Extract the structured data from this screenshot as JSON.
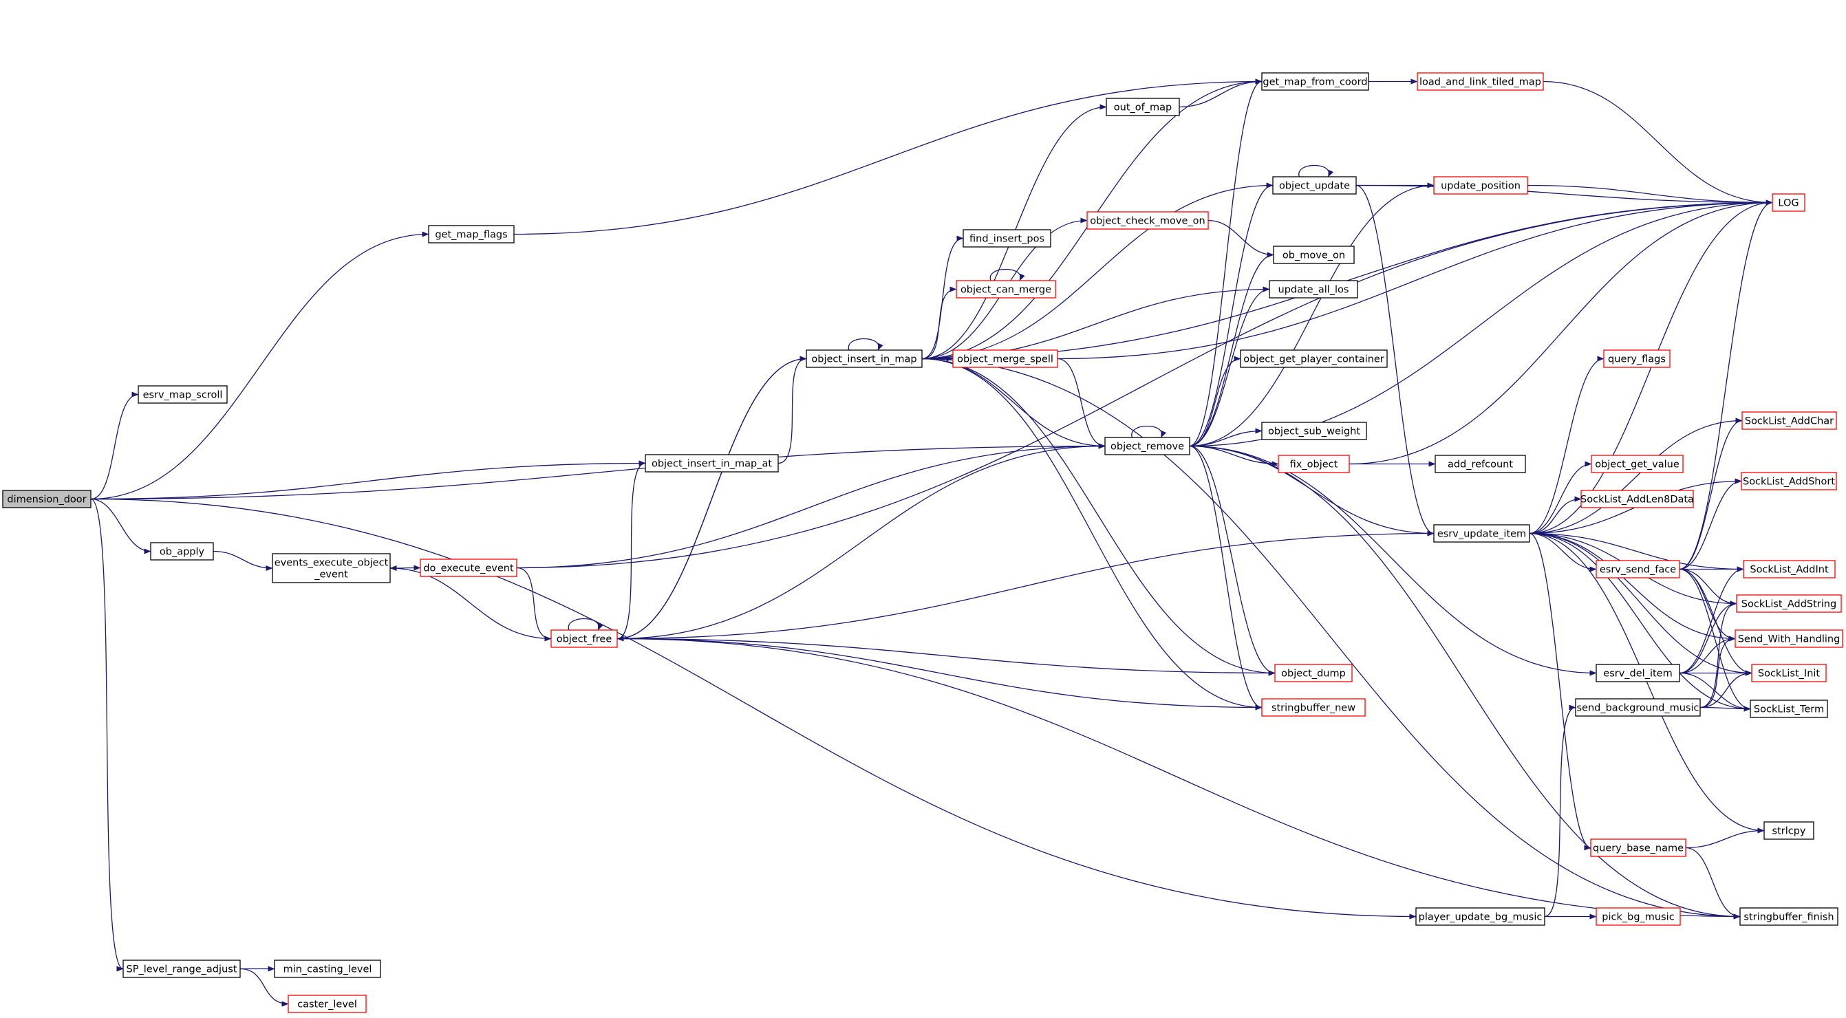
{
  "colors": {
    "edge": "#191970",
    "black_border": "#000000",
    "red_border": "#ff0000",
    "root_fill": "#bfbfbf",
    "node_fill": "#ffffff"
  },
  "nodes": [
    {
      "id": "dimension_door",
      "label": "dimension_door",
      "style": "root"
    },
    {
      "id": "esrv_map_scroll",
      "label": "esrv_map_scroll",
      "style": "black"
    },
    {
      "id": "get_map_flags",
      "label": "get_map_flags",
      "style": "black"
    },
    {
      "id": "ob_apply",
      "label": "ob_apply",
      "style": "black"
    },
    {
      "id": "events_execute_object_event",
      "label": "events_execute_object\n_event",
      "style": "black"
    },
    {
      "id": "do_execute_event",
      "label": "do_execute_event",
      "style": "red"
    },
    {
      "id": "object_free",
      "label": "object_free",
      "style": "red"
    },
    {
      "id": "object_insert_in_map_at",
      "label": "object_insert_in_map_at",
      "style": "black"
    },
    {
      "id": "object_insert_in_map",
      "label": "object_insert_in_map",
      "style": "black"
    },
    {
      "id": "out_of_map",
      "label": "out_of_map",
      "style": "black"
    },
    {
      "id": "object_check_move_on",
      "label": "object_check_move_on",
      "style": "red"
    },
    {
      "id": "find_insert_pos",
      "label": "find_insert_pos",
      "style": "black"
    },
    {
      "id": "object_can_merge",
      "label": "object_can_merge",
      "style": "red"
    },
    {
      "id": "object_merge_spell",
      "label": "object_merge_spell",
      "style": "red"
    },
    {
      "id": "object_remove",
      "label": "object_remove",
      "style": "black"
    },
    {
      "id": "get_map_from_coord",
      "label": "get_map_from_coord",
      "style": "black"
    },
    {
      "id": "load_and_link_tiled_map",
      "label": "load_and_link_tiled_map",
      "style": "red"
    },
    {
      "id": "object_update",
      "label": "object_update",
      "style": "black"
    },
    {
      "id": "update_position",
      "label": "update_position",
      "style": "red"
    },
    {
      "id": "ob_move_on",
      "label": "ob_move_on",
      "style": "black"
    },
    {
      "id": "update_all_los",
      "label": "update_all_los",
      "style": "black"
    },
    {
      "id": "object_get_player_container",
      "label": "object_get_player_container",
      "style": "black"
    },
    {
      "id": "object_sub_weight",
      "label": "object_sub_weight",
      "style": "black"
    },
    {
      "id": "fix_object",
      "label": "fix_object",
      "style": "red"
    },
    {
      "id": "add_refcount",
      "label": "add_refcount",
      "style": "black"
    },
    {
      "id": "object_dump",
      "label": "object_dump",
      "style": "red"
    },
    {
      "id": "stringbuffer_new",
      "label": "stringbuffer_new",
      "style": "red"
    },
    {
      "id": "LOG",
      "label": "LOG",
      "style": "red"
    },
    {
      "id": "query_flags",
      "label": "query_flags",
      "style": "red"
    },
    {
      "id": "SockList_AddChar",
      "label": "SockList_AddChar",
      "style": "red"
    },
    {
      "id": "object_get_value",
      "label": "object_get_value",
      "style": "red"
    },
    {
      "id": "SockList_AddShort",
      "label": "SockList_AddShort",
      "style": "red"
    },
    {
      "id": "SockList_AddLen8Data",
      "label": "SockList_AddLen8Data",
      "style": "red"
    },
    {
      "id": "esrv_update_item",
      "label": "esrv_update_item",
      "style": "black"
    },
    {
      "id": "esrv_send_face",
      "label": "esrv_send_face",
      "style": "red"
    },
    {
      "id": "SockList_AddInt",
      "label": "SockList_AddInt",
      "style": "red"
    },
    {
      "id": "SockList_AddString",
      "label": "SockList_AddString",
      "style": "red"
    },
    {
      "id": "Send_With_Handling",
      "label": "Send_With_Handling",
      "style": "red"
    },
    {
      "id": "esrv_del_item",
      "label": "esrv_del_item",
      "style": "black"
    },
    {
      "id": "SockList_Init",
      "label": "SockList_Init",
      "style": "red"
    },
    {
      "id": "send_background_music",
      "label": "send_background_music",
      "style": "black"
    },
    {
      "id": "SockList_Term",
      "label": "SockList_Term",
      "style": "black"
    },
    {
      "id": "strlcpy",
      "label": "strlcpy",
      "style": "black"
    },
    {
      "id": "query_base_name",
      "label": "query_base_name",
      "style": "red"
    },
    {
      "id": "stringbuffer_finish",
      "label": "stringbuffer_finish",
      "style": "black"
    },
    {
      "id": "player_update_bg_music",
      "label": "player_update_bg_music",
      "style": "black"
    },
    {
      "id": "pick_bg_music",
      "label": "pick_bg_music",
      "style": "red"
    },
    {
      "id": "SP_level_range_adjust",
      "label": "SP_level_range_adjust",
      "style": "black"
    },
    {
      "id": "min_casting_level",
      "label": "min_casting_level",
      "style": "black"
    },
    {
      "id": "caster_level",
      "label": "caster_level",
      "style": "red"
    }
  ],
  "edges": [
    [
      "dimension_door",
      "esrv_map_scroll"
    ],
    [
      "dimension_door",
      "get_map_flags"
    ],
    [
      "dimension_door",
      "object_insert_in_map_at"
    ],
    [
      "dimension_door",
      "object_remove"
    ],
    [
      "dimension_door",
      "ob_apply"
    ],
    [
      "dimension_door",
      "player_update_bg_music"
    ],
    [
      "dimension_door",
      "SP_level_range_adjust"
    ],
    [
      "get_map_flags",
      "get_map_from_coord"
    ],
    [
      "ob_apply",
      "events_execute_object_event"
    ],
    [
      "events_execute_object_event",
      "do_execute_event"
    ],
    [
      "do_execute_event",
      "LOG"
    ],
    [
      "do_execute_event",
      "object_remove"
    ],
    [
      "do_execute_event",
      "object_free"
    ],
    [
      "object_free",
      "events_execute_object_event"
    ],
    [
      "object_free",
      "object_free"
    ],
    [
      "object_free",
      "object_insert_in_map_at"
    ],
    [
      "object_free",
      "object_insert_in_map"
    ],
    [
      "object_free",
      "object_remove"
    ],
    [
      "object_free",
      "esrv_update_item"
    ],
    [
      "object_free",
      "object_dump"
    ],
    [
      "object_free",
      "stringbuffer_new"
    ],
    [
      "object_free",
      "stringbuffer_finish"
    ],
    [
      "object_insert_in_map_at",
      "object_insert_in_map"
    ],
    [
      "object_insert_in_map",
      "object_insert_in_map"
    ],
    [
      "object_insert_in_map",
      "get_map_from_coord"
    ],
    [
      "object_insert_in_map",
      "out_of_map"
    ],
    [
      "object_insert_in_map",
      "object_update"
    ],
    [
      "object_insert_in_map",
      "object_check_move_on"
    ],
    [
      "object_insert_in_map",
      "find_insert_pos"
    ],
    [
      "object_insert_in_map",
      "object_can_merge"
    ],
    [
      "object_insert_in_map",
      "object_merge_spell"
    ],
    [
      "object_insert_in_map",
      "LOG"
    ],
    [
      "object_insert_in_map",
      "update_all_los"
    ],
    [
      "object_insert_in_map",
      "object_remove"
    ],
    [
      "object_insert_in_map",
      "object_free"
    ],
    [
      "object_insert_in_map",
      "object_dump"
    ],
    [
      "object_insert_in_map",
      "stringbuffer_new"
    ],
    [
      "object_insert_in_map",
      "stringbuffer_finish"
    ],
    [
      "out_of_map",
      "get_map_from_coord"
    ],
    [
      "object_check_move_on",
      "ob_move_on"
    ],
    [
      "object_can_merge",
      "object_can_merge"
    ],
    [
      "object_merge_spell",
      "LOG"
    ],
    [
      "object_merge_spell",
      "object_remove"
    ],
    [
      "get_map_from_coord",
      "load_and_link_tiled_map"
    ],
    [
      "load_and_link_tiled_map",
      "LOG"
    ],
    [
      "object_update",
      "object_update"
    ],
    [
      "object_update",
      "update_position"
    ],
    [
      "object_update",
      "LOG"
    ],
    [
      "object_update",
      "esrv_update_item"
    ],
    [
      "update_position",
      "LOG"
    ],
    [
      "object_remove",
      "object_remove"
    ],
    [
      "object_remove",
      "get_map_from_coord"
    ],
    [
      "object_remove",
      "object_update"
    ],
    [
      "object_remove",
      "ob_move_on"
    ],
    [
      "object_remove",
      "update_all_los"
    ],
    [
      "object_remove",
      "object_get_player_container"
    ],
    [
      "object_remove",
      "object_sub_weight"
    ],
    [
      "object_remove",
      "fix_object"
    ],
    [
      "object_remove",
      "esrv_update_item"
    ],
    [
      "object_remove",
      "esrv_del_item"
    ],
    [
      "object_remove",
      "object_dump"
    ],
    [
      "object_remove",
      "stringbuffer_new"
    ],
    [
      "object_remove",
      "stringbuffer_finish"
    ],
    [
      "object_remove",
      "LOG"
    ],
    [
      "object_remove",
      "update_position"
    ],
    [
      "fix_object",
      "add_refcount"
    ],
    [
      "fix_object",
      "LOG"
    ],
    [
      "esrv_update_item",
      "query_flags"
    ],
    [
      "esrv_update_item",
      "SockList_AddChar"
    ],
    [
      "esrv_update_item",
      "object_get_value"
    ],
    [
      "esrv_update_item",
      "SockList_AddShort"
    ],
    [
      "esrv_update_item",
      "SockList_AddLen8Data"
    ],
    [
      "esrv_update_item",
      "esrv_send_face"
    ],
    [
      "esrv_update_item",
      "SockList_AddInt"
    ],
    [
      "esrv_update_item",
      "SockList_AddString"
    ],
    [
      "esrv_update_item",
      "Send_With_Handling"
    ],
    [
      "esrv_update_item",
      "SockList_Init"
    ],
    [
      "esrv_update_item",
      "SockList_Term"
    ],
    [
      "esrv_update_item",
      "strlcpy"
    ],
    [
      "esrv_update_item",
      "query_base_name"
    ],
    [
      "esrv_update_item",
      "LOG"
    ],
    [
      "esrv_send_face",
      "LOG"
    ],
    [
      "esrv_send_face",
      "SockList_AddChar"
    ],
    [
      "esrv_send_face",
      "SockList_AddShort"
    ],
    [
      "esrv_send_face",
      "SockList_AddInt"
    ],
    [
      "esrv_send_face",
      "SockList_AddString"
    ],
    [
      "esrv_send_face",
      "Send_With_Handling"
    ],
    [
      "esrv_send_face",
      "SockList_Init"
    ],
    [
      "esrv_send_face",
      "SockList_Term"
    ],
    [
      "esrv_del_item",
      "SockList_AddInt"
    ],
    [
      "esrv_del_item",
      "SockList_AddString"
    ],
    [
      "esrv_del_item",
      "Send_With_Handling"
    ],
    [
      "esrv_del_item",
      "SockList_Init"
    ],
    [
      "esrv_del_item",
      "SockList_Term"
    ],
    [
      "send_background_music",
      "SockList_AddString"
    ],
    [
      "send_background_music",
      "Send_With_Handling"
    ],
    [
      "send_background_music",
      "SockList_Init"
    ],
    [
      "send_background_music",
      "SockList_Term"
    ],
    [
      "query_base_name",
      "strlcpy"
    ],
    [
      "query_base_name",
      "stringbuffer_finish"
    ],
    [
      "player_update_bg_music",
      "send_background_music"
    ],
    [
      "player_update_bg_music",
      "pick_bg_music"
    ],
    [
      "SP_level_range_adjust",
      "min_casting_level"
    ],
    [
      "SP_level_range_adjust",
      "caster_level"
    ]
  ]
}
